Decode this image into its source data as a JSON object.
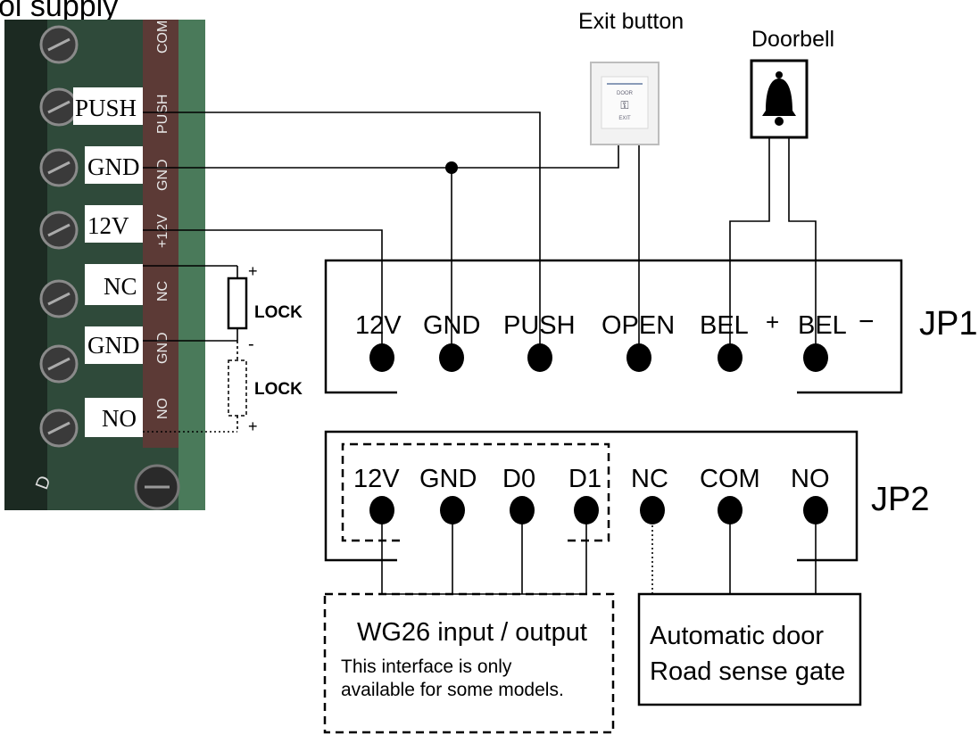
{
  "header_text": "ol supply",
  "terminal_labels": [
    "PUSH",
    "GND",
    "12V",
    "NC",
    "GND",
    "NO"
  ],
  "board_silk": [
    "COM",
    "PUSH",
    "GND",
    "+12V",
    "NC",
    "GND",
    "NO"
  ],
  "board_marking": "D",
  "exit_button": {
    "label": "Exit button",
    "face_top": "DOOR",
    "face_bottom": "EXIT"
  },
  "doorbell": {
    "label": "Doorbell"
  },
  "lock": {
    "label_solid": "LOCK",
    "label_dashed": "LOCK",
    "plus": "+",
    "minus": "-"
  },
  "jp1": {
    "name": "JP1",
    "pins": [
      "12V",
      "GND",
      "PUSH",
      "OPEN",
      "BEL",
      "BEL"
    ],
    "plus": "+",
    "minus": "−"
  },
  "jp2": {
    "name": "JP2",
    "pins": [
      "12V",
      "GND",
      "D0",
      "D1",
      "NC",
      "COM",
      "NO"
    ]
  },
  "wg26_box": {
    "title": "WG26 input / output",
    "note_line1": "This interface is only",
    "note_line2": "available for some models."
  },
  "auto_door_box": {
    "line1": "Automatic door",
    "line2": "Road sense gate"
  }
}
